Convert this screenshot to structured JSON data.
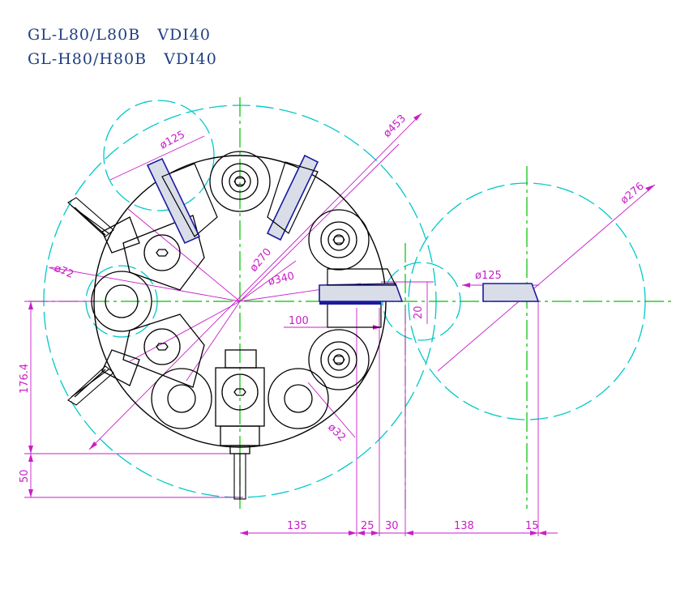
{
  "header": {
    "line1": "GL-L80/L80B   VDI40",
    "line2": "GL-H80/H80B   VDI40"
  },
  "dimensions": {
    "d453": "ø453",
    "d125_top": "ø125",
    "d276": "ø276",
    "d72": "ø72",
    "d270": "ø270",
    "d340": "ø340",
    "d125_right": "ø125",
    "d32": "ø32",
    "h20": "20",
    "h100": "100",
    "v176": "176.4",
    "v50": "50",
    "b135": "135",
    "b25": "25",
    "b30": "30",
    "b138": "138",
    "b15": "15"
  },
  "colors": {
    "outline": "#000000",
    "tool_blue": "#1a1aa0",
    "centerline": "#00c000",
    "hidden_circle": "#00c8c8",
    "dimension": "#c81fc8"
  }
}
